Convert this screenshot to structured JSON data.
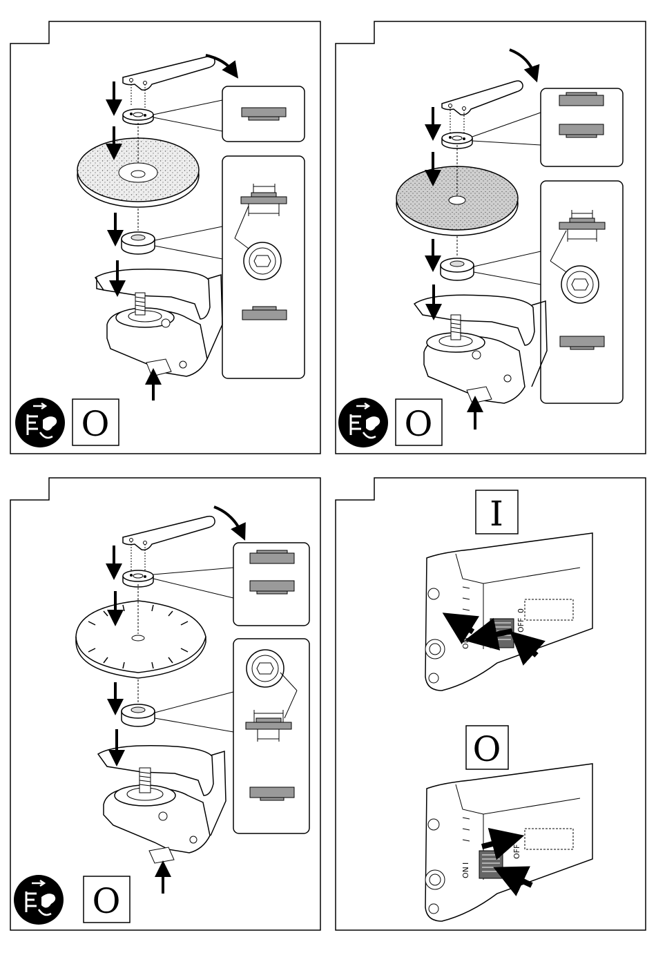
{
  "panels": [
    {
      "state_label": "O",
      "icon": "unplug-icon",
      "disc": "abrasive-disc-depressed-center"
    },
    {
      "state_label": "O",
      "icon": "unplug-icon",
      "disc": "abrasive-disc-flat"
    },
    {
      "state_label": "O",
      "icon": "unplug-icon",
      "disc": "diamond-segmented-blade"
    },
    {
      "on_label": "I",
      "off_label": "O",
      "switch_on_text": "ON",
      "switch_on_num": "I",
      "switch_off_text": "OFF",
      "switch_off_num": "0"
    }
  ],
  "colors": {
    "ink": "#000000",
    "paper": "#ffffff",
    "disc_fill": "#d8d8d8",
    "disc_dark": "#b0b0b0",
    "switch_fill": "#555555"
  }
}
